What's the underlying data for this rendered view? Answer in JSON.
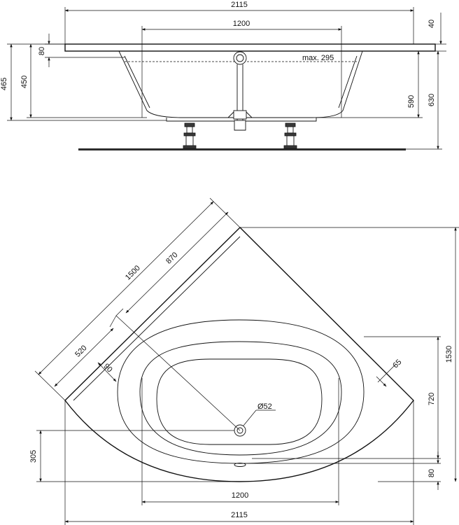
{
  "colors": {
    "line": "#111111",
    "background": "#ffffff"
  },
  "side_view": {
    "overall_width": "2115",
    "inner_width": "1200",
    "rim_thickness": "40",
    "top_offset": "80",
    "max_water": "max. 295",
    "depth_left_outer": "465",
    "depth_left_inner": "450",
    "depth_right_inner": "590",
    "total_height": "630"
  },
  "plan_view": {
    "diagonal_length": "1500",
    "diagonal_inner": "870",
    "diagonal_offset": "520",
    "rim_offset": "90",
    "rim_width": "65",
    "drain_diameter": "Ø52",
    "overall_depth": "1530",
    "depth_to_center": "720",
    "front_offset": "80",
    "drain_from_front": "305",
    "inner_width": "1200",
    "overall_width": "2115"
  }
}
